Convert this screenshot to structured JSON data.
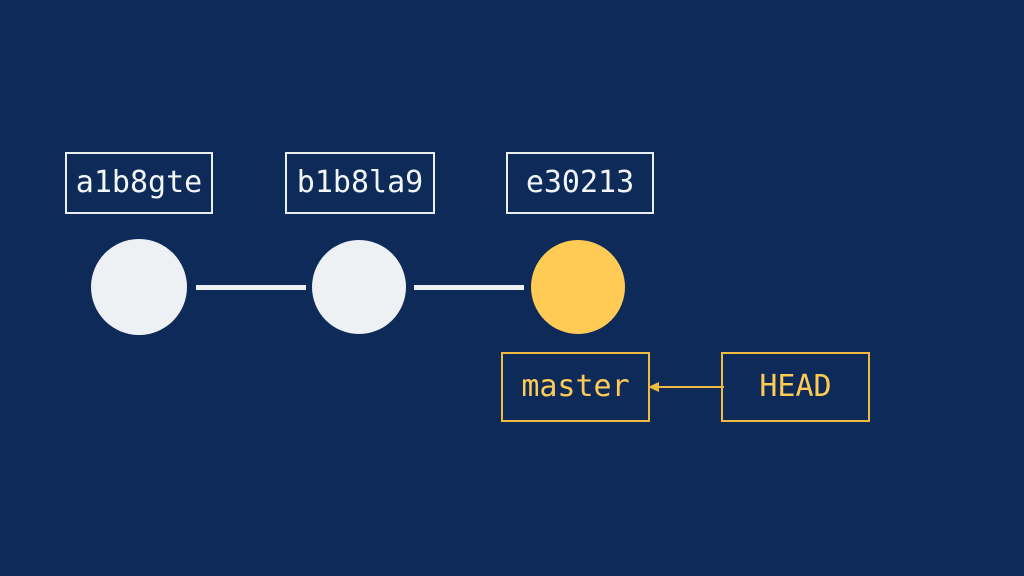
{
  "diagram": {
    "title": "git commit graph with master branch and HEAD pointer",
    "background_color": "#0D2A58",
    "commits": [
      {
        "hash": "a1b8gte",
        "node_color": "#EDF1F4",
        "is_head": false
      },
      {
        "hash": "b1b8la9",
        "node_color": "#EDF1F4",
        "is_head": false
      },
      {
        "hash": "e30213",
        "node_color": "#FFCB55",
        "is_head": true
      }
    ],
    "refs": {
      "branch_label": "master",
      "head_label": "HEAD",
      "ref_color": "#FFCB55",
      "border_color": "#F0B93F"
    },
    "edges": {
      "edge_color": "#EDF1F4",
      "arrow_color": "#F0B93F",
      "arrow_from": "HEAD",
      "arrow_to": "master"
    },
    "text_color": "#F2F6F9"
  }
}
